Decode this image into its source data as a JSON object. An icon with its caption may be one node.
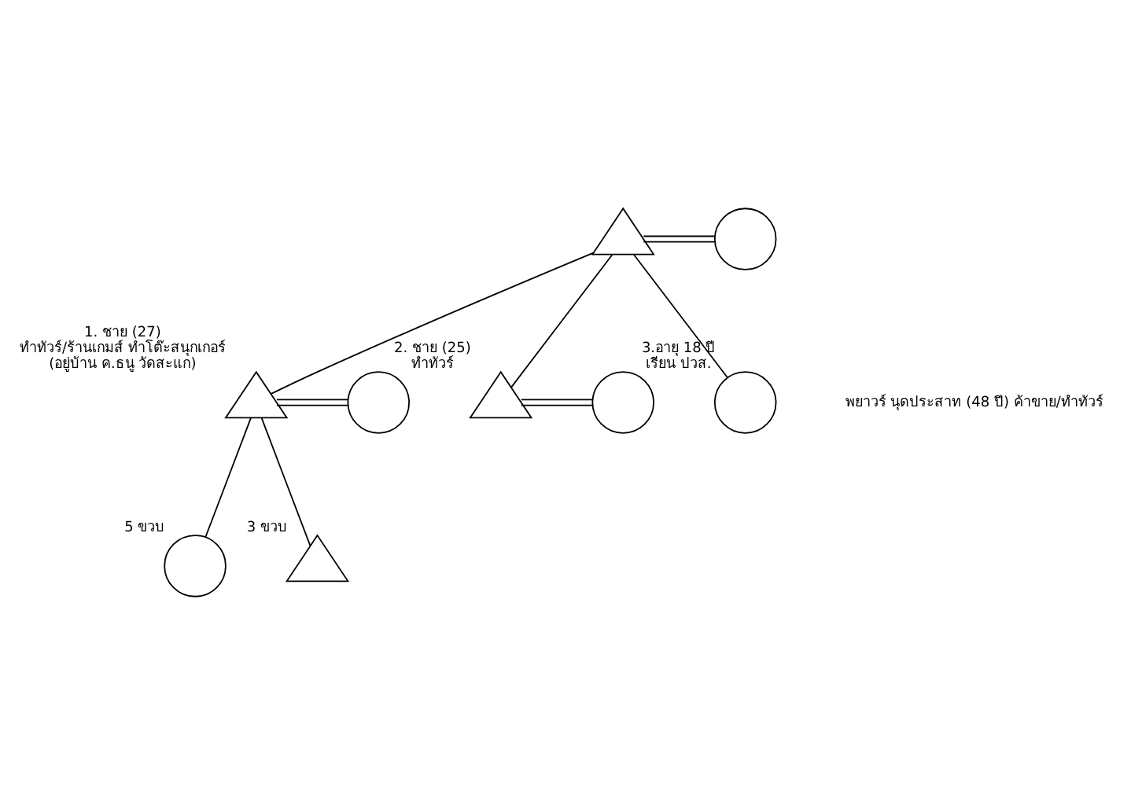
{
  "diagram": {
    "nodes": [
      {
        "text": [],
        "shape": "triangle"
      },
      {
        "text": [],
        "shape": "circle"
      },
      {
        "text": [],
        "shape": "triangle",
        "beside": [
          "1. ชาย (27)",
          "ทำทัวร์/ร้านเกมส์ ทำโต๊ะสนุกเกอร์",
          "(อยู่บ้าน ค.ธนู วัดสะแก)"
        ]
      },
      {
        "text": [],
        "shape": "circle"
      },
      {
        "text": [],
        "shape": "triangle",
        "beside": [
          "2. ชาย (25)",
          "ทำทัวร์"
        ]
      },
      {
        "text": [],
        "shape": "circle"
      },
      {
        "text": [],
        "shape": "circle",
        "beside": [
          "3.อายุ 18 ปี",
          "เรียน ปวส."
        ]
      },
      {
        "text": [],
        "shape": "circle",
        "beside": [
          "5 ขวบ"
        ]
      },
      {
        "text": [],
        "shape": "triangle",
        "beside": [
          "3 ขวบ"
        ]
      }
    ],
    "edges": [
      {
        "from": 0,
        "to": 1,
        "arrow": "none"
      },
      {
        "from": 0,
        "to": 2,
        "arrow": "none"
      },
      {
        "from": 0,
        "to": 4,
        "arrow": "none"
      },
      {
        "from": 0,
        "to": 6,
        "arrow": "none"
      },
      {
        "from": 2,
        "to": 3,
        "arrow": "none"
      },
      {
        "from": 4,
        "to": 5,
        "arrow": "none"
      },
      {
        "from": 2,
        "to": 7,
        "arrow": "none"
      },
      {
        "from": 2,
        "to": 8,
        "arrow": "none"
      }
    ],
    "labels": [
      "พยาวร์ นุดประสาท (48 ปี) ค้าขาย/ทำทัวร์"
    ]
  }
}
